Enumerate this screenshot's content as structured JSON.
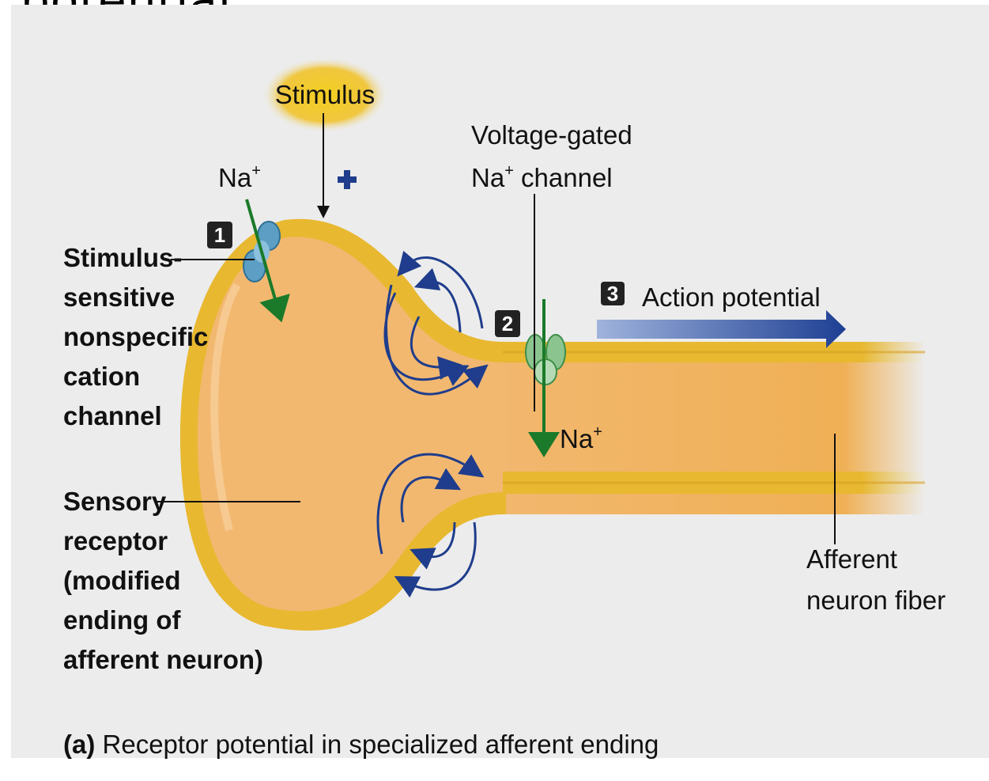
{
  "heading": "potential",
  "labels": {
    "stimulus": "Stimulus",
    "plus": "+",
    "na_top": "Na",
    "na_plus_sup": "+",
    "voltage_gated_line1": "Voltage-gated",
    "voltage_gated_line2_prefix": "Na",
    "voltage_gated_line2_sup": "+",
    "voltage_gated_line2_suffix": " channel",
    "action_potential": "Action potential",
    "na_bottom": "Na",
    "afferent_line1": "Afferent",
    "afferent_line2": "neuron fiber",
    "stimulus_channel": [
      "Stimulus-",
      "sensitive",
      "nonspecific",
      "cation",
      "channel"
    ],
    "sensory_receptor": [
      "Sensory",
      "receptor",
      "(modified",
      "ending of",
      "afferent neuron)"
    ]
  },
  "steps": [
    "1",
    "2",
    "3"
  ],
  "caption": {
    "label": "(a)",
    "text": " Receptor potential in specialized afferent ending"
  },
  "colors": {
    "background": "#ececec",
    "membrane": "#e8b830",
    "cytoplasm": "#f2b870",
    "stimulus_glow": "#f0c020",
    "current_arrows": "#1f3d8c",
    "na_arrow": "#1a7a2a",
    "action_arrow": "#1e3f93",
    "channel_blue": "#5d9fc4",
    "channel_green": "#8cc48f"
  }
}
